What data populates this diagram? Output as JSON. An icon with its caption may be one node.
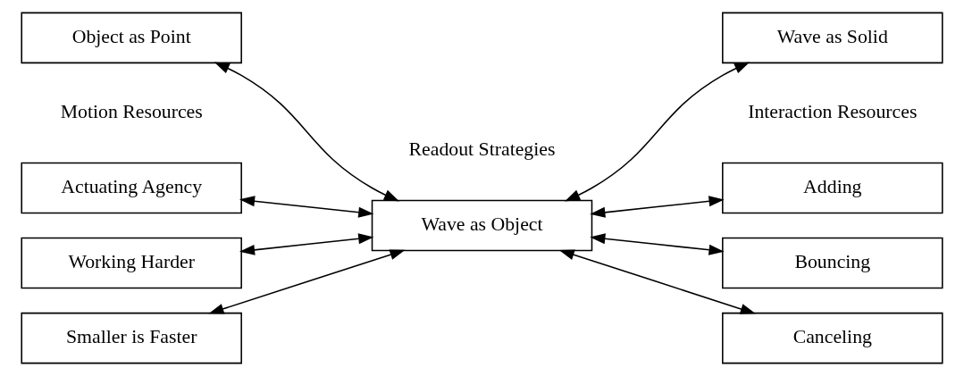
{
  "diagram": {
    "nodes": [
      {
        "text": [
          "Object as Point"
        ]
      },
      {
        "text": [
          "Wave as Solid"
        ]
      },
      {
        "text": [
          "Actuating Agency"
        ]
      },
      {
        "text": [
          "Adding"
        ]
      },
      {
        "text": [
          "Working Harder"
        ]
      },
      {
        "text": [
          "Wave as Object"
        ]
      },
      {
        "text": [
          "Bouncing"
        ]
      },
      {
        "text": [
          "Smaller is Faster"
        ]
      },
      {
        "text": [
          "Canceling"
        ]
      }
    ],
    "edges": [
      {
        "from": 0,
        "to": 5,
        "arrow": "both"
      },
      {
        "from": 5,
        "to": 1,
        "arrow": "both"
      },
      {
        "from": 2,
        "to": 5,
        "arrow": "both"
      },
      {
        "from": 4,
        "to": 5,
        "arrow": "both"
      },
      {
        "from": 7,
        "to": 5,
        "arrow": "both"
      },
      {
        "from": 5,
        "to": 3,
        "arrow": "both"
      },
      {
        "from": 5,
        "to": 6,
        "arrow": "both"
      },
      {
        "from": 5,
        "to": 8,
        "arrow": "both"
      }
    ],
    "labels": [
      "Readout Strategies",
      "Motion Resources",
      "Interaction Resources"
    ]
  }
}
